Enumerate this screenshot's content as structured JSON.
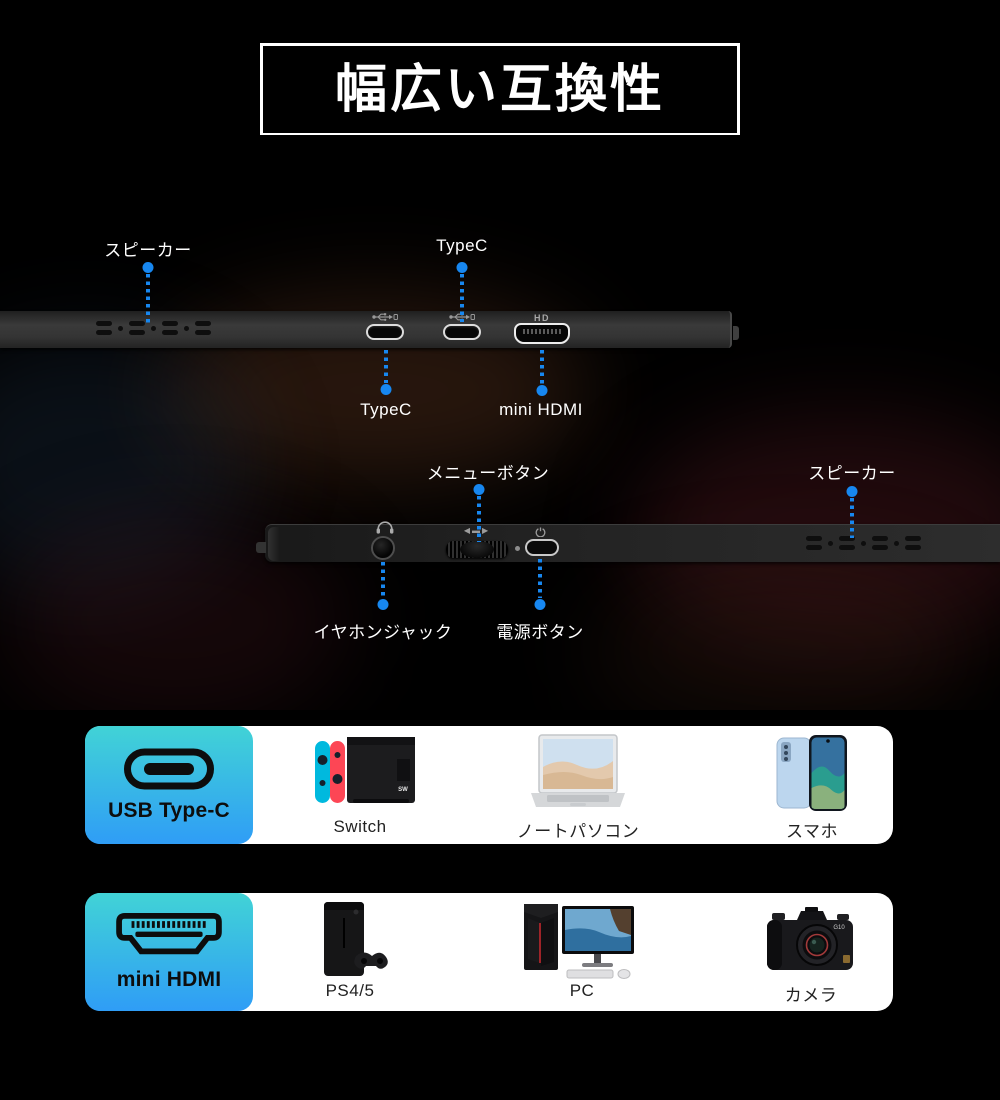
{
  "title": "幅広い互換性",
  "colors": {
    "accent_blue": "#1787f0",
    "badge_gradient_top": "#41d3d6",
    "badge_gradient_bottom": "#2f9df6",
    "panel_bg": "#ffffff",
    "page_bg": "#000000"
  },
  "hero": {
    "top_edge": {
      "speaker_label": "スピーカー",
      "typec_top_label": "TypeC",
      "typec_bottom_label": "TypeC",
      "mini_hdmi_label": "mini HDMI",
      "hd_marking": "HD"
    },
    "bottom_edge": {
      "menu_label": "メニューボタン",
      "speaker_label": "スピーカー",
      "earphone_label": "イヤホンジャック",
      "power_label": "電源ボタン",
      "menu_glyph": "◀▬▶"
    }
  },
  "rows": [
    {
      "badge_label": "USB Type-C",
      "items": [
        {
          "label": "Switch"
        },
        {
          "label": "ノートパソコン"
        },
        {
          "label": "スマホ"
        }
      ]
    },
    {
      "badge_label": "mini HDMI",
      "items": [
        {
          "label": "PS4/5"
        },
        {
          "label": "PC"
        },
        {
          "label": "カメラ"
        }
      ]
    }
  ]
}
